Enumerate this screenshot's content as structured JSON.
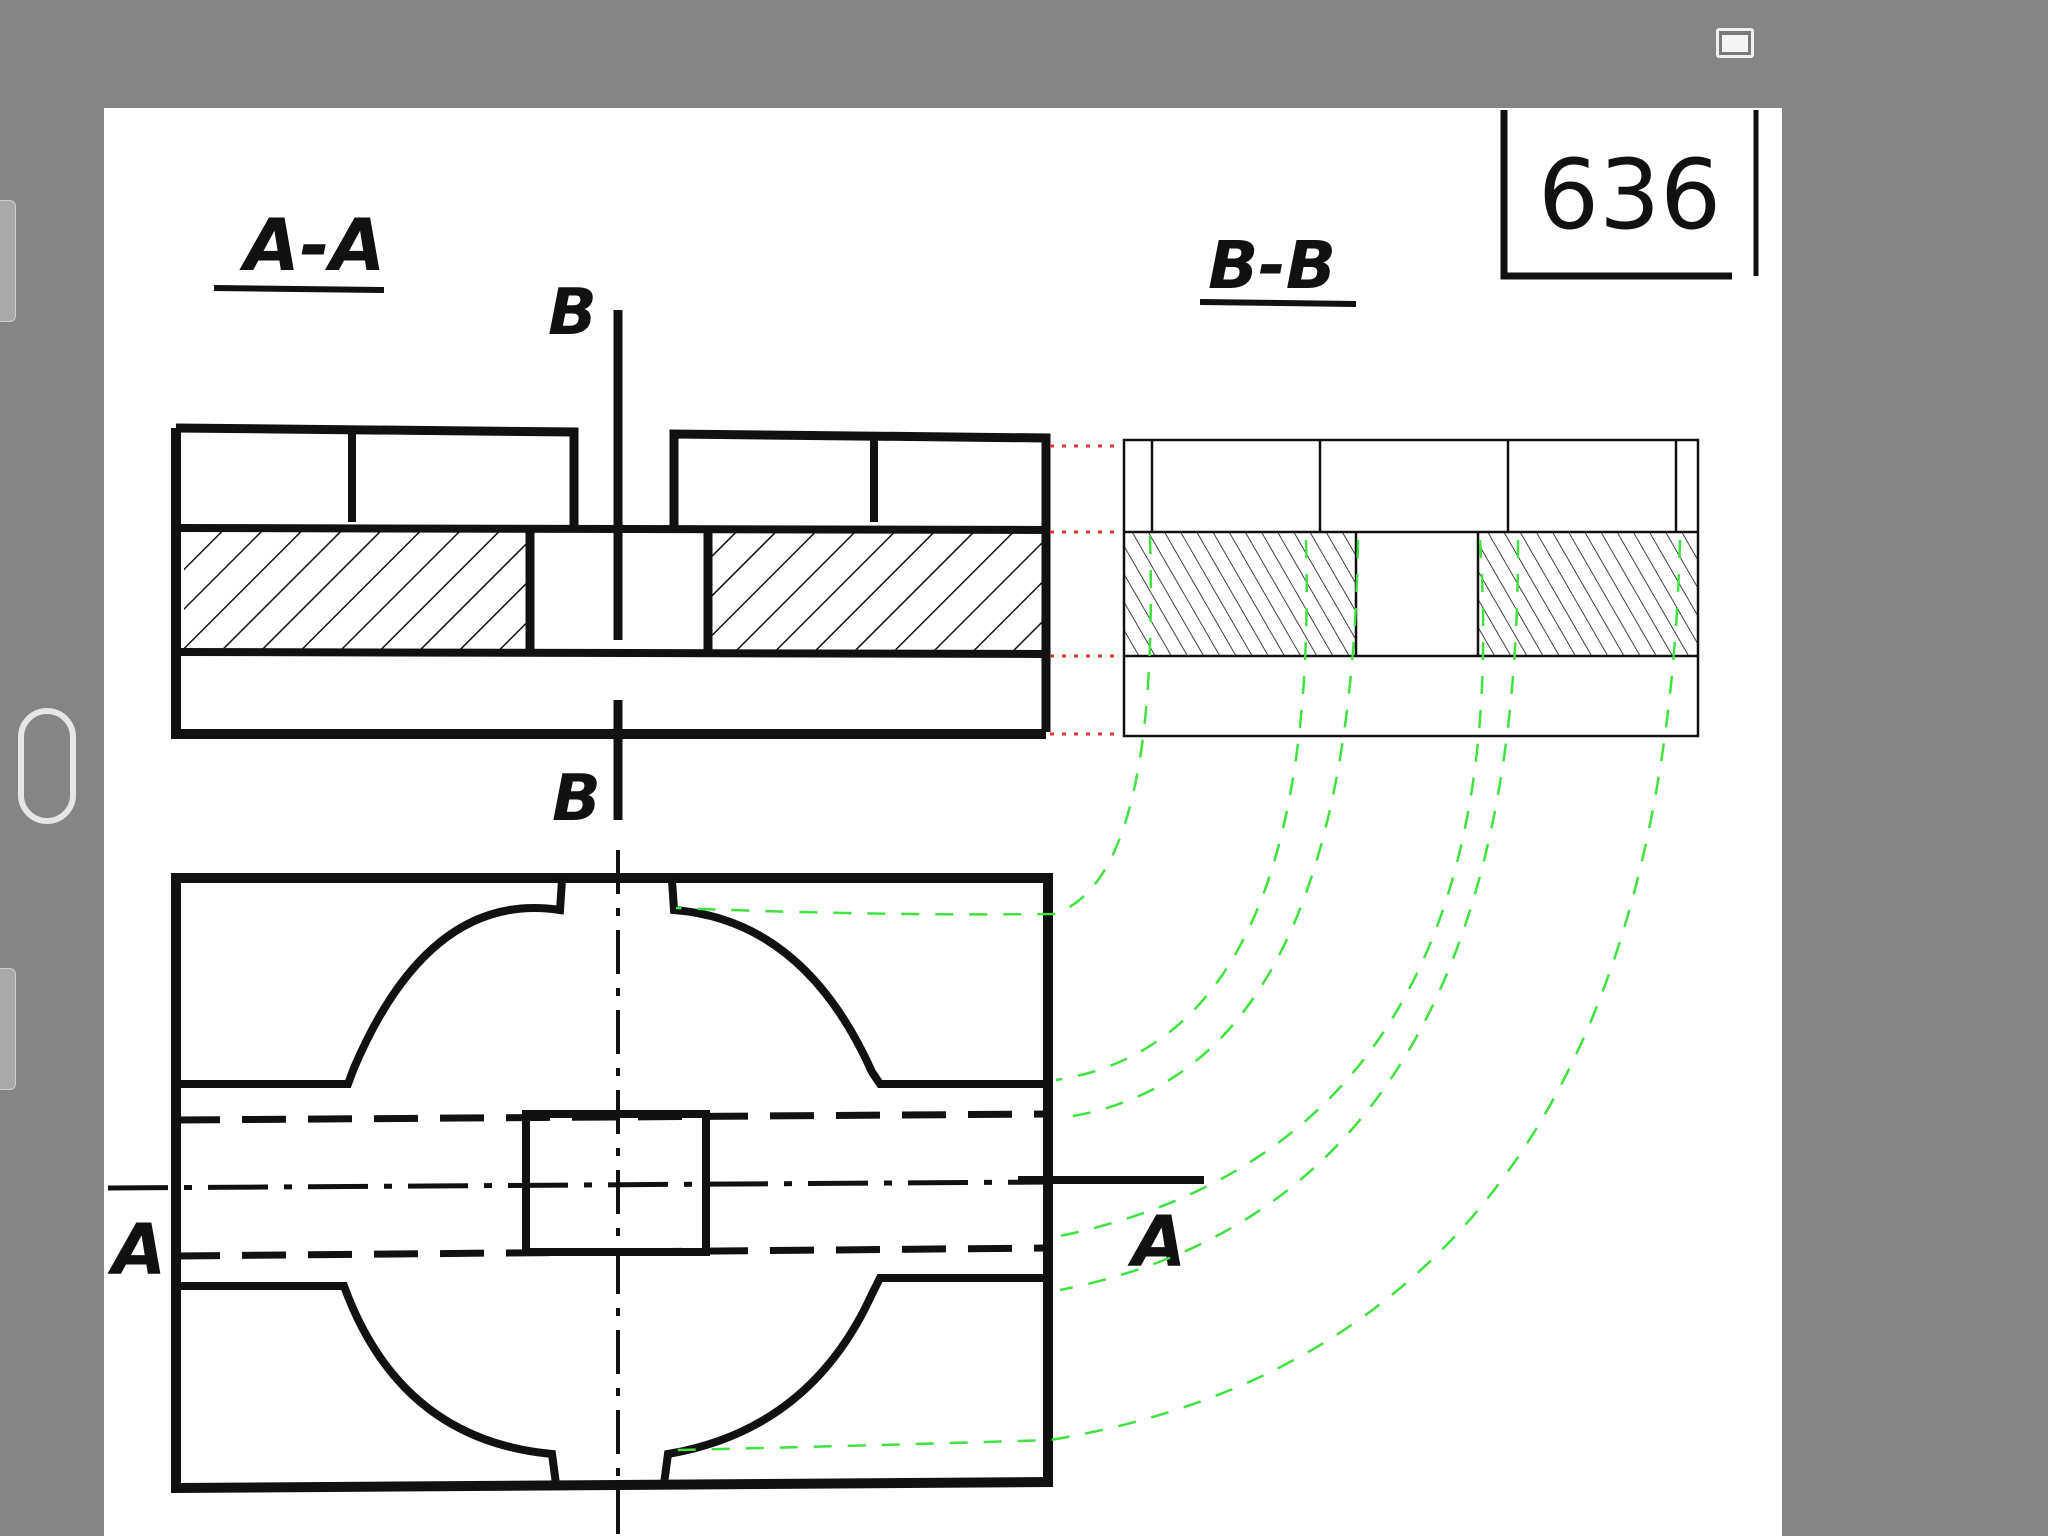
{
  "drawing": {
    "sheet_number": "636",
    "section_aa_title": "A-A",
    "section_bb_title": "B-B",
    "cut_b_top": "B",
    "cut_b_bottom": "B",
    "cut_a_left": "A",
    "cut_a_right": "A"
  },
  "colors": {
    "background": "#858585",
    "paper": "#ffffff",
    "ink": "#111111",
    "construction_lines": "#3fe33f",
    "projection_dots": "#e03030"
  }
}
